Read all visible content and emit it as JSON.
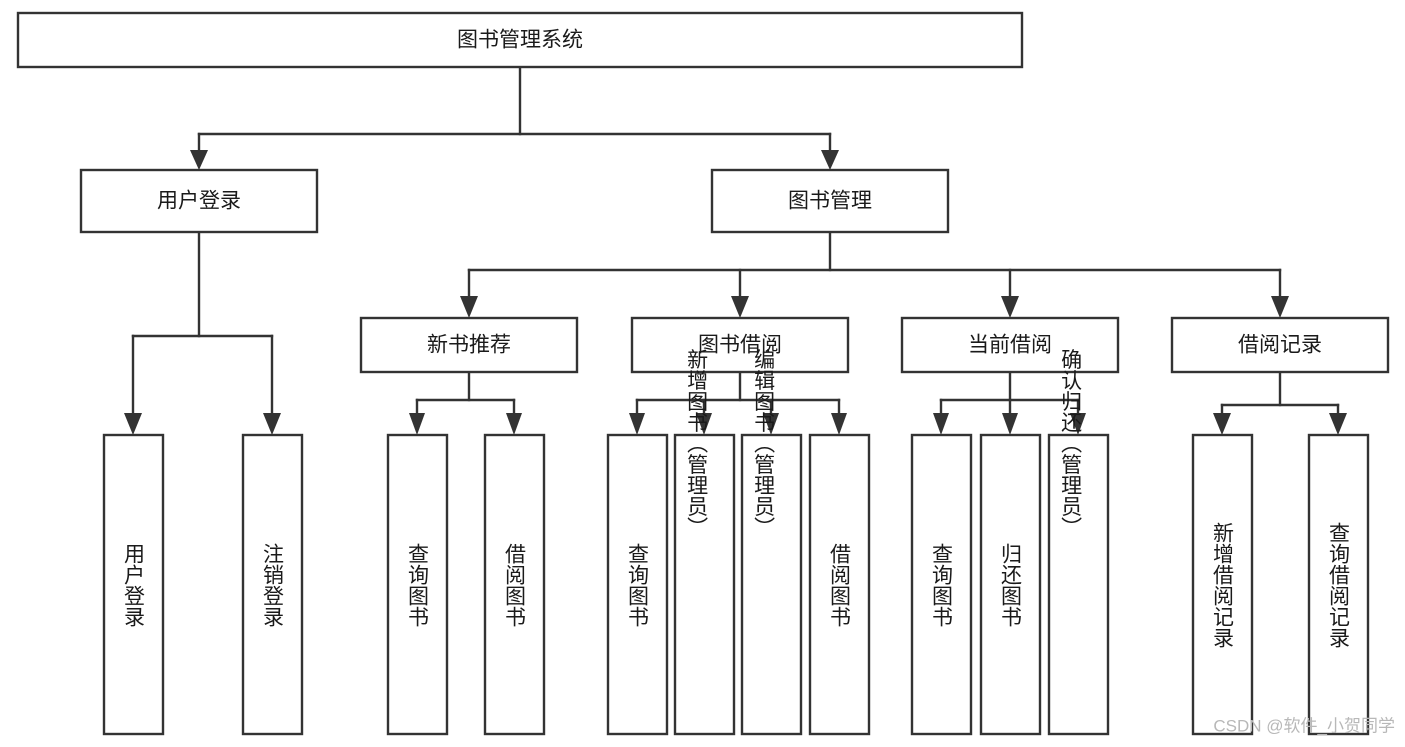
{
  "diagram": {
    "type": "tree-hierarchy",
    "title": "图书管理系统",
    "watermark": "CSDN @软件_小贺同学",
    "levels": {
      "root": {
        "label": "图书管理系统",
        "orientation": "horizontal"
      },
      "level2": [
        {
          "label": "用户登录",
          "orientation": "horizontal"
        },
        {
          "label": "图书管理",
          "orientation": "horizontal"
        }
      ],
      "level3": [
        {
          "label": "新书推荐",
          "orientation": "horizontal"
        },
        {
          "label": "图书借阅",
          "orientation": "horizontal"
        },
        {
          "label": "当前借阅",
          "orientation": "horizontal"
        },
        {
          "label": "借阅记录",
          "orientation": "horizontal"
        }
      ],
      "leaves": [
        {
          "label": "用户登录",
          "orientation": "vertical",
          "parent": "用户登录"
        },
        {
          "label": "注销登录",
          "orientation": "vertical",
          "parent": "用户登录"
        },
        {
          "label": "查询图书",
          "orientation": "vertical",
          "parent": "新书推荐"
        },
        {
          "label": "借阅图书",
          "orientation": "vertical",
          "parent": "新书推荐"
        },
        {
          "label": "查询图书",
          "orientation": "vertical",
          "parent": "图书借阅"
        },
        {
          "label": "新增图书（管理员）",
          "orientation": "vertical",
          "parent": "图书借阅"
        },
        {
          "label": "编辑图书（管理员）",
          "orientation": "vertical",
          "parent": "图书借阅"
        },
        {
          "label": "借阅图书",
          "orientation": "vertical",
          "parent": "图书借阅"
        },
        {
          "label": "查询图书",
          "orientation": "vertical",
          "parent": "当前借阅"
        },
        {
          "label": "归还图书",
          "orientation": "vertical",
          "parent": "当前借阅"
        },
        {
          "label": "确认归还（管理员）",
          "orientation": "vertical",
          "parent": "当前借阅"
        },
        {
          "label": "新增借阅记录",
          "orientation": "vertical",
          "parent": "借阅记录"
        },
        {
          "label": "查询借阅记录",
          "orientation": "vertical",
          "parent": "借阅记录"
        }
      ]
    },
    "colors": {
      "box_stroke": "#333333",
      "box_fill": "#ffffff",
      "text": "#1a1a1a",
      "watermark": "#b8b8b8",
      "background": "#ffffff"
    }
  }
}
